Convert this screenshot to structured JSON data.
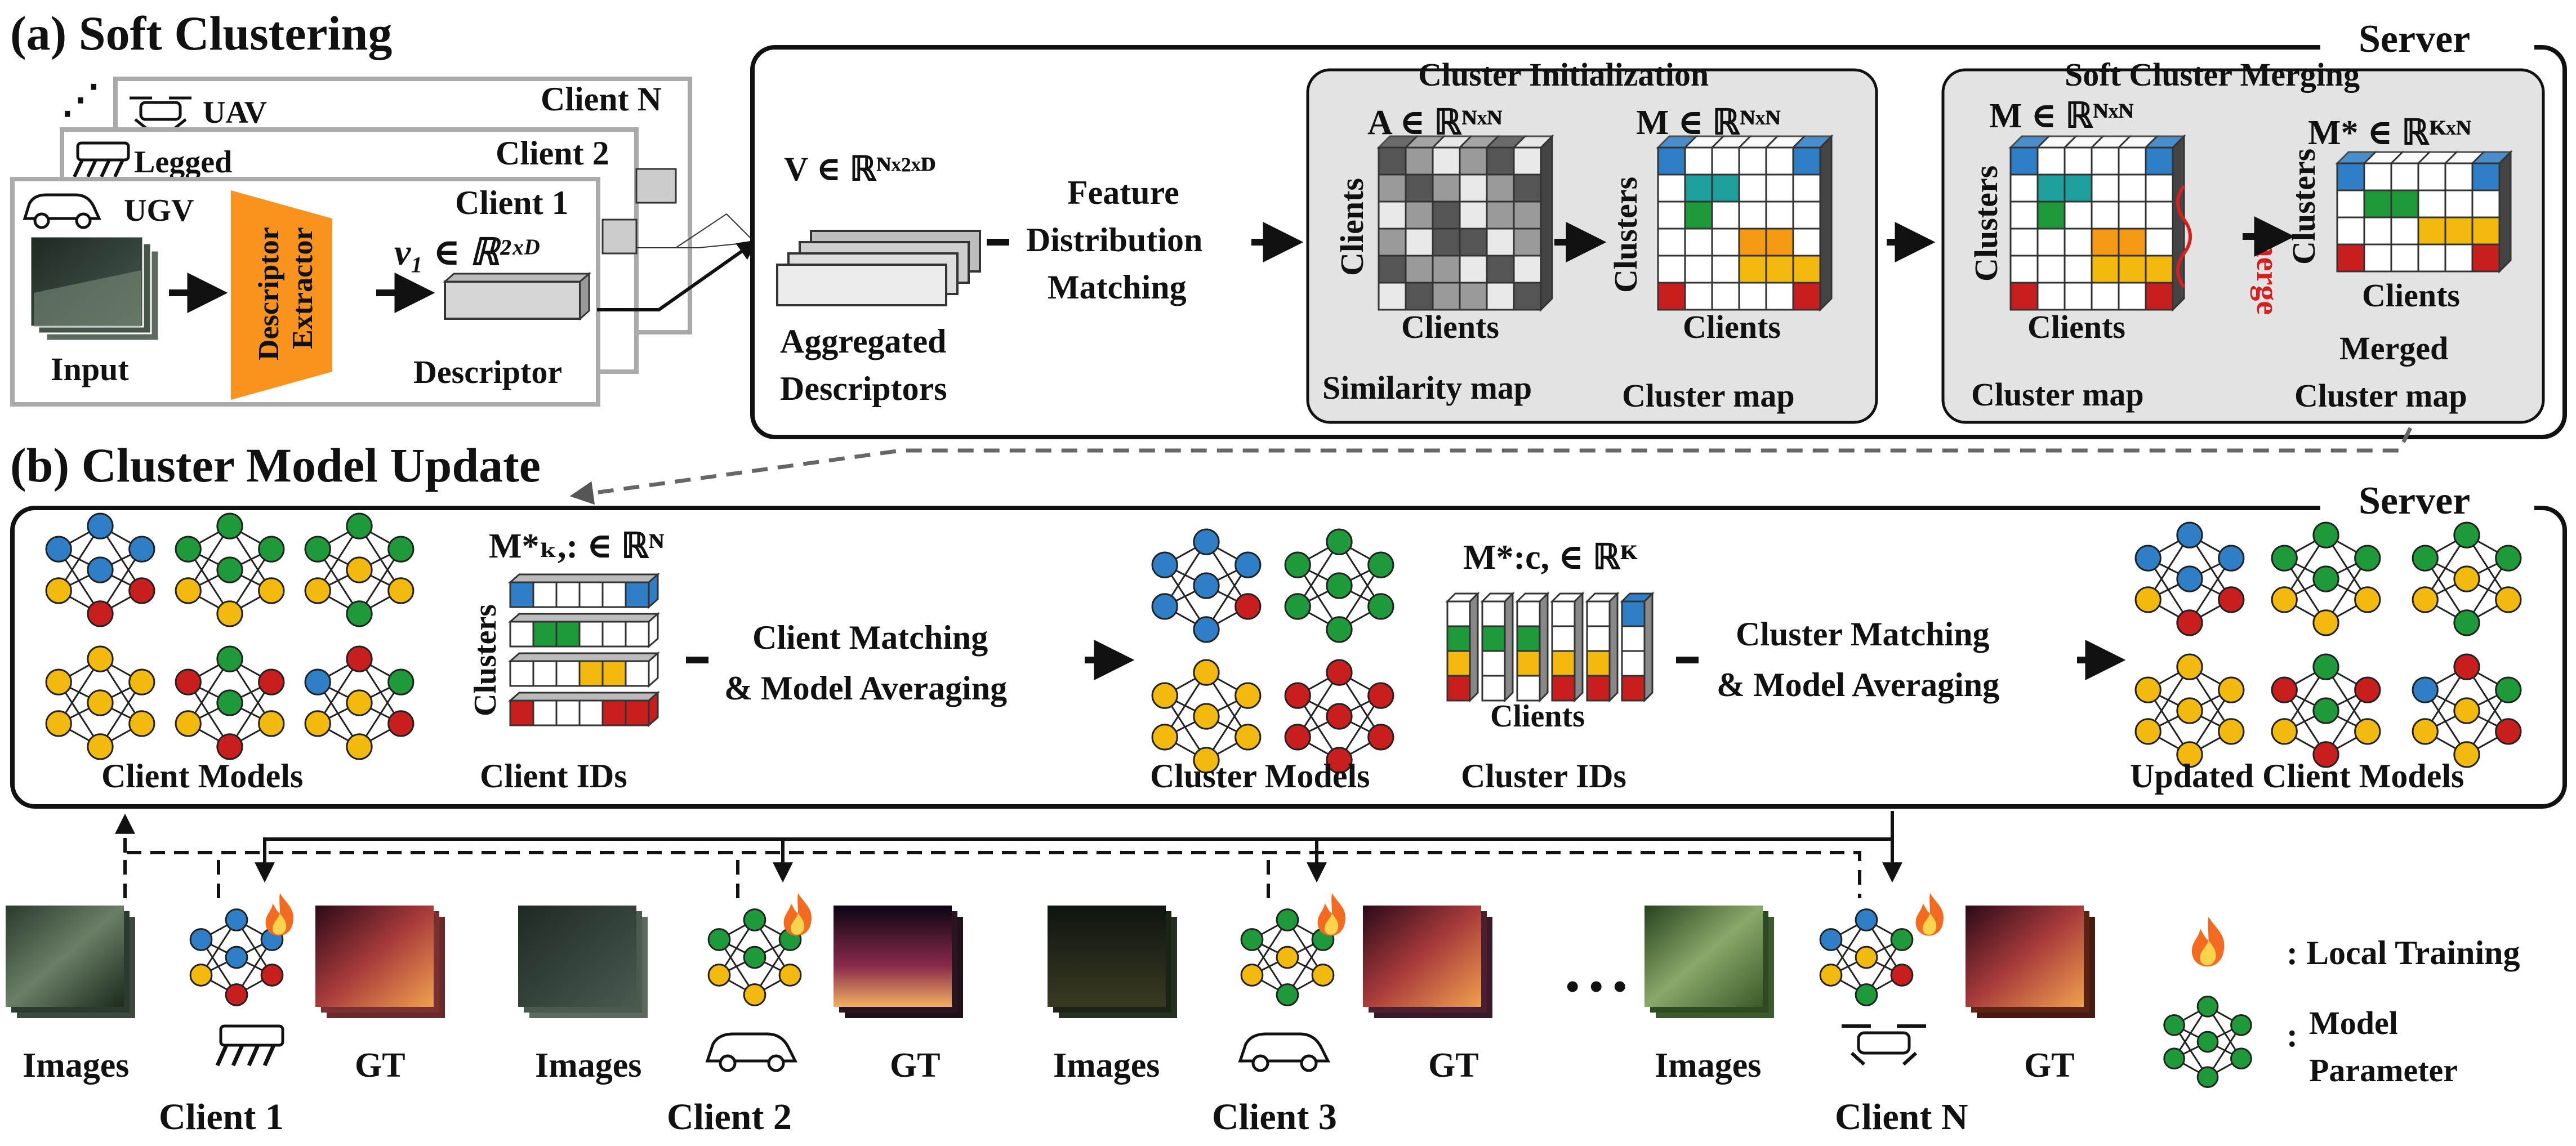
{
  "colors": {
    "blue": "#2f7fc6",
    "green": "#1f9a3a",
    "yellow": "#f2b90f",
    "red": "#c81e1e",
    "teal": "#1e9f9b",
    "orange": "#f39a12",
    "extractor": "#f7931e",
    "panel": "#e3e3e3",
    "dark_cell": "#555555",
    "mid_cell": "#9a9a9a",
    "light_cell": "#e9e9e9"
  },
  "section_a": {
    "title": "(a) Soft Clustering",
    "clients": {
      "n_label": "Client N",
      "n_type": "UAV",
      "two_label": "Client 2",
      "two_type": "Legged",
      "one_label": "Client 1",
      "one_type": "UGV"
    },
    "input_label": "Input",
    "extractor_line1": "Descriptor",
    "extractor_line2": "Extractor",
    "descriptor_label": "Descriptor",
    "v1_label": "v₁ ∈ ℝ²ˣᴰ",
    "server_label": "Server",
    "agg_math": "V ∈ ℝᴺˣ²ˣᴰ",
    "agg_line1": "Aggregated",
    "agg_line2": "Descriptors",
    "fdm_line1": "Feature",
    "fdm_line2": "Distribution",
    "fdm_line3": "Matching",
    "init_title": "Cluster Initialization",
    "a_math": "A ∈ ℝᴺˣᴺ",
    "m_math": "M ∈ ℝᴺˣᴺ",
    "mstar_math": "M* ∈ ℝᴷˣᴺ",
    "merge_title": "Soft Cluster Merging",
    "merge_word": "merge",
    "axis_clients": "Clients",
    "axis_clusters": "Clusters",
    "similarity_map": "Similarity map",
    "cluster_map": "Cluster map",
    "merged_line1": "Merged",
    "merged_line2": "Cluster map"
  },
  "section_b": {
    "title": "(b) Cluster Model Update",
    "server_label": "Server",
    "client_models": "Client Models",
    "client_ids": "Client IDs",
    "mk_math": "M*ₖ,: ∈ ℝᴺ",
    "mc_math": "M*:c, ∈ ℝᴷ",
    "cm_line1": "Client Matching",
    "cm_line2": "& Model Averaging",
    "cl_line1": "Cluster Matching",
    "cl_line2": "& Model Averaging",
    "cluster_models": "Cluster Models",
    "cluster_ids": "Cluster IDs",
    "updated_models": "Updated Client Models",
    "axis_clients": "Clients",
    "axis_clusters": "Clusters"
  },
  "bottom": {
    "images": "Images",
    "gt": "GT",
    "client1": "Client 1",
    "client2": "Client 2",
    "client3": "Client 3",
    "clientn": "Client N",
    "ellipsis": "• • •",
    "legend_local": ": Local Training",
    "legend_model1": "Model",
    "legend_model2": "Parameter",
    "legend_colon": ":"
  }
}
